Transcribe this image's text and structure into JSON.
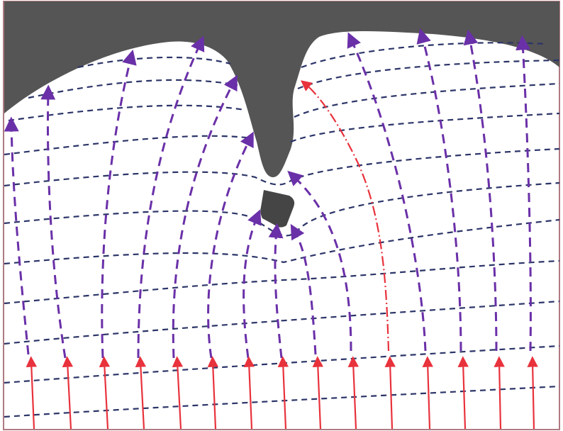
{
  "figure": {
    "background": "#ffffff",
    "frame_color": "#b07a82",
    "solid_color": "#555555",
    "contour_color": "#2c3568",
    "ray_color": "#6a30a8",
    "source_color": "#e8323c",
    "contour_count": 11,
    "ray_count": 15,
    "source_arrow_count": 15,
    "has_inclusion": true,
    "has_highlighted_path": true
  }
}
